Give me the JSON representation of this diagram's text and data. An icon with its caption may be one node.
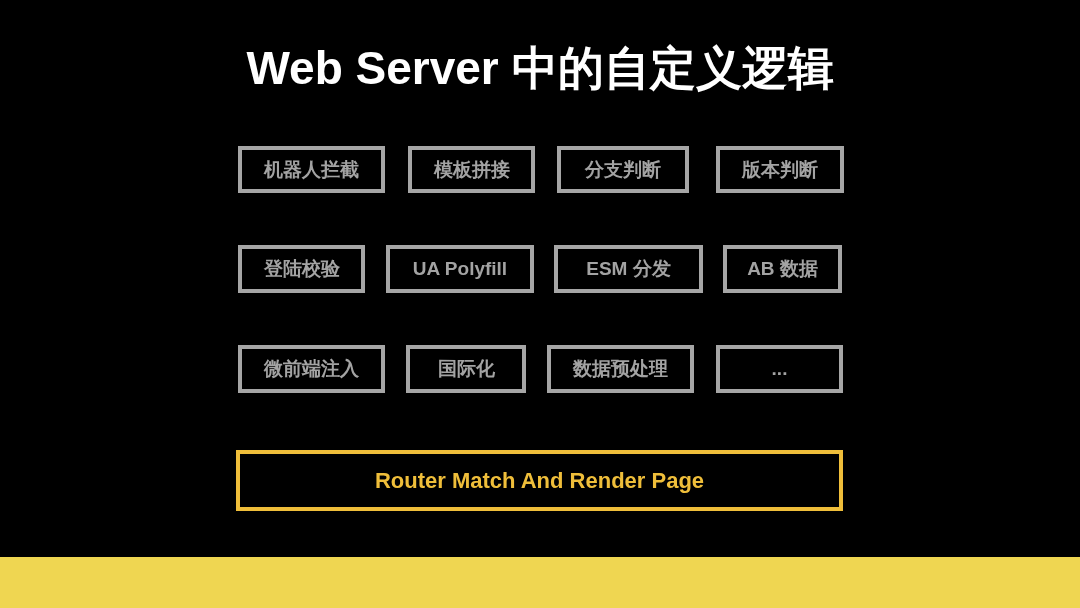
{
  "diagram": {
    "title": "Web Server 中的自定义逻辑",
    "nodes": [
      {
        "text": [
          "机器人拦截"
        ]
      },
      {
        "text": [
          "模板拼接"
        ]
      },
      {
        "text": [
          "分支判断"
        ]
      },
      {
        "text": [
          "版本判断"
        ]
      },
      {
        "text": [
          "登陆校验"
        ]
      },
      {
        "text": [
          "UA Polyfill"
        ]
      },
      {
        "text": [
          "ESM 分发"
        ]
      },
      {
        "text": [
          "AB 数据"
        ]
      },
      {
        "text": [
          "微前端注入"
        ]
      },
      {
        "text": [
          "国际化"
        ]
      },
      {
        "text": [
          "数据预处理"
        ]
      },
      {
        "text": [
          "..."
        ]
      },
      {
        "text": [
          "Router Match And Render Page"
        ]
      }
    ]
  }
}
